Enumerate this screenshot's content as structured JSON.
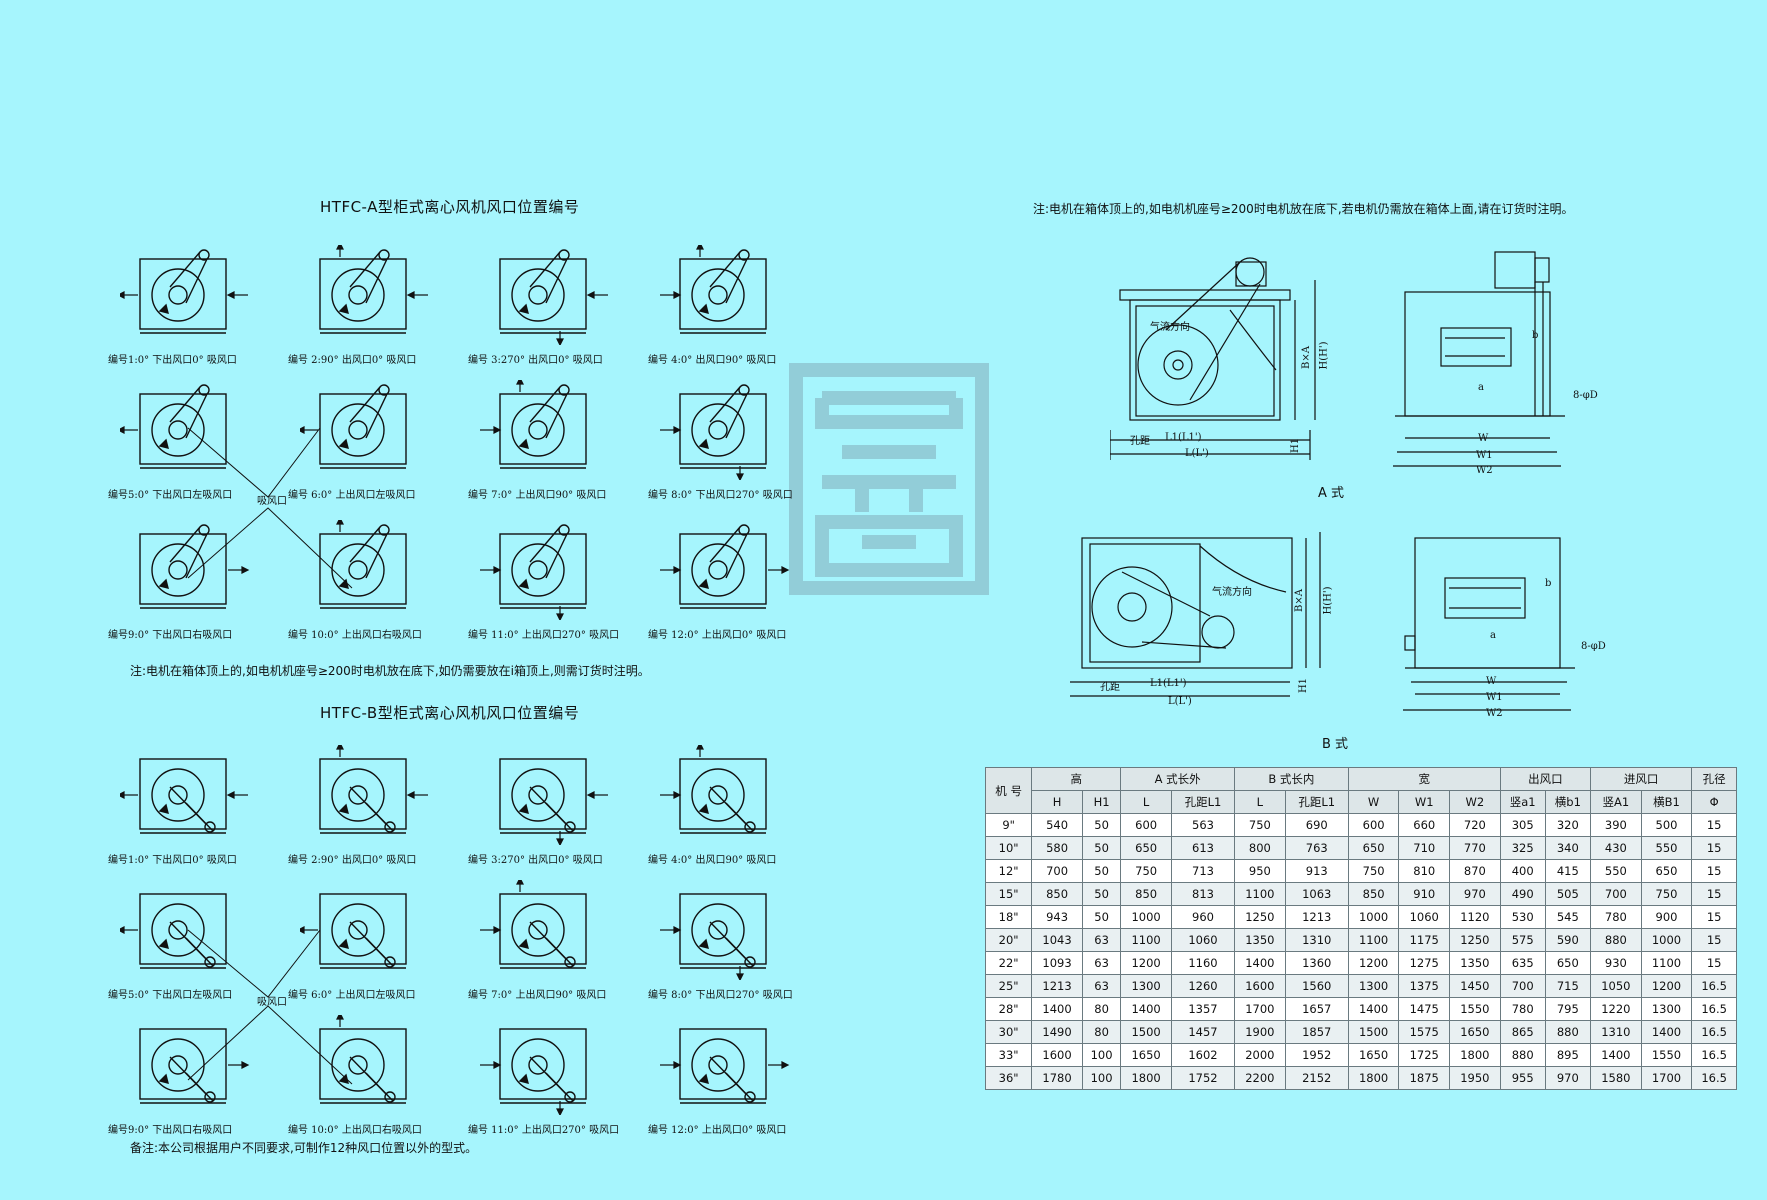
{
  "diagram_data": {
    "a_title": "HTFC-A型柜式离心风机风口位置编号",
    "b_title": "HTFC-B型柜式离心风机风口位置编号",
    "right_note": "注:电机在箱体顶上的,如电机机座号≥200时电机放在底下,若电机仍需放在箱体上面,请在订货时注明。",
    "left_note": "注:电机在箱体顶上的,如电机机座号≥200时电机放在底下,如仍需要放在i箱顶上,则需订货时注明。",
    "remark": "备注:本公司根据用户不同要求,可制作12种风口位置以外的型式。",
    "suction_label": "吸风口",
    "a_captions": [
      "编号1:0° 下出风口0° 吸风口",
      "编号 2:90° 出风口0° 吸风口",
      "编号 3:270° 出风口0° 吸风口",
      "编号 4:0° 出风口90° 吸风口",
      "编号5:0° 下出风口左吸风口",
      "编号 6:0° 上出风口左吸风口",
      "编号 7:0° 上出风口90° 吸风口",
      "编号 8:0° 下出风口270° 吸风口",
      "编号9:0° 下出风口右吸风口",
      "编号 10:0° 上出风口右吸风口",
      "编号 11:0° 上出风口270° 吸风口",
      "编号 12:0° 上出风口0° 吸风口"
    ],
    "b_captions": [
      "编号1:0° 下出风口0° 吸风口",
      "编号 2:90° 出风口0° 吸风口",
      "编号 3:270° 出风口0° 吸风口",
      "编号 4:0° 出风口90° 吸风口",
      "编号5:0° 下出风口左吸风口",
      "编号 6:0° 上出风口左吸风口",
      "编号 7:0° 上出风口90° 吸风口",
      "编号 8:0° 下出风口270° 吸风口",
      "编号9:0° 下出风口右吸风口",
      "编号 10:0° 上出风口右吸风口",
      "编号 11:0° 上出风口270° 吸风口",
      "编号 12:0° 上出风口0° 吸风口"
    ],
    "style_a": "A 式",
    "style_b": "B 式",
    "dim_labels": {
      "airflow": "气流方向",
      "bxa": "B×A",
      "hh": "H(H')",
      "h1": "H1",
      "hole": "孔距",
      "l1": "L1(L1')",
      "l": "L(L')",
      "w": "W",
      "w1": "W1",
      "w2": "W2",
      "a": "a",
      "b": "b",
      "bolt": "8-φD"
    }
  },
  "table": {
    "group_headers": [
      "机 号",
      "高",
      "A 式长外",
      "B 式长内",
      "宽",
      "出风口",
      "进风口",
      "孔径"
    ],
    "sub_headers": [
      "H",
      "H1",
      "L",
      "孔距L1",
      "L",
      "孔距L1",
      "W",
      "W1",
      "W2",
      "竖a1",
      "横b1",
      "竖A1",
      "横B1",
      "Φ"
    ],
    "rows": [
      [
        "9\"",
        "540",
        "50",
        "600",
        "563",
        "750",
        "690",
        "600",
        "660",
        "720",
        "305",
        "320",
        "390",
        "500",
        "15"
      ],
      [
        "10\"",
        "580",
        "50",
        "650",
        "613",
        "800",
        "763",
        "650",
        "710",
        "770",
        "325",
        "340",
        "430",
        "550",
        "15"
      ],
      [
        "12\"",
        "700",
        "50",
        "750",
        "713",
        "950",
        "913",
        "750",
        "810",
        "870",
        "400",
        "415",
        "550",
        "650",
        "15"
      ],
      [
        "15\"",
        "850",
        "50",
        "850",
        "813",
        "1100",
        "1063",
        "850",
        "910",
        "970",
        "490",
        "505",
        "700",
        "750",
        "15"
      ],
      [
        "18\"",
        "943",
        "50",
        "1000",
        "960",
        "1250",
        "1213",
        "1000",
        "1060",
        "1120",
        "530",
        "545",
        "780",
        "900",
        "15"
      ],
      [
        "20\"",
        "1043",
        "63",
        "1100",
        "1060",
        "1350",
        "1310",
        "1100",
        "1175",
        "1250",
        "575",
        "590",
        "880",
        "1000",
        "15"
      ],
      [
        "22\"",
        "1093",
        "63",
        "1200",
        "1160",
        "1400",
        "1360",
        "1200",
        "1275",
        "1350",
        "635",
        "650",
        "930",
        "1100",
        "15"
      ],
      [
        "25\"",
        "1213",
        "63",
        "1300",
        "1260",
        "1600",
        "1560",
        "1300",
        "1375",
        "1450",
        "700",
        "715",
        "1050",
        "1200",
        "16.5"
      ],
      [
        "28\"",
        "1400",
        "80",
        "1400",
        "1357",
        "1700",
        "1657",
        "1400",
        "1475",
        "1550",
        "780",
        "795",
        "1220",
        "1300",
        "16.5"
      ],
      [
        "30\"",
        "1490",
        "80",
        "1500",
        "1457",
        "1900",
        "1857",
        "1500",
        "1575",
        "1650",
        "865",
        "880",
        "1310",
        "1400",
        "16.5"
      ],
      [
        "33\"",
        "1600",
        "100",
        "1650",
        "1602",
        "2000",
        "1952",
        "1650",
        "1725",
        "1800",
        "880",
        "895",
        "1400",
        "1550",
        "16.5"
      ],
      [
        "36\"",
        "1780",
        "100",
        "1800",
        "1752",
        "2200",
        "2152",
        "1800",
        "1875",
        "1950",
        "955",
        "970",
        "1580",
        "1700",
        "16.5"
      ]
    ]
  },
  "colors": {
    "background": "#a6f5fd",
    "watermark": "#8cc8d4",
    "line": "#111111"
  }
}
